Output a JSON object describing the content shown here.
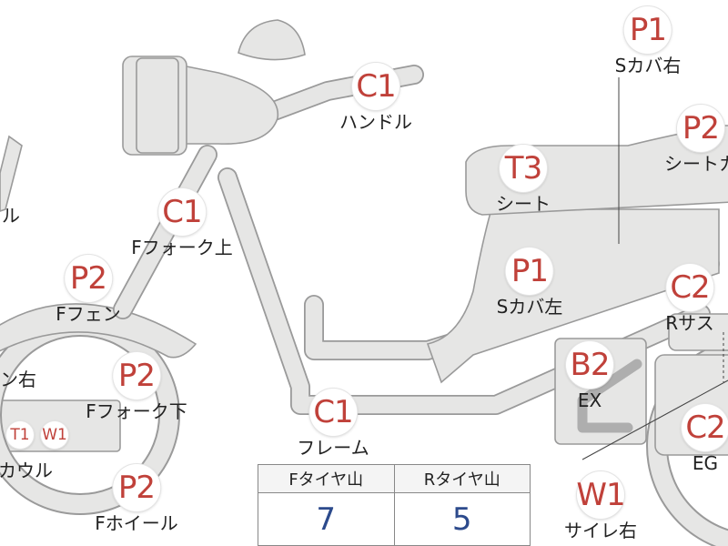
{
  "callouts": [
    {
      "id": "headlight_handle",
      "code": "C1",
      "label": "ハンドル"
    },
    {
      "id": "fork_upper",
      "code": "C1",
      "label": "Fフォーク上"
    },
    {
      "id": "front_fender",
      "code": "P2",
      "label": "Fフェン"
    },
    {
      "id": "fork_lower",
      "code": "P2",
      "label": "Fフォーク下"
    },
    {
      "id": "front_wheel",
      "code": "P2",
      "label": "Fホイール"
    },
    {
      "id": "frame",
      "code": "C1",
      "label": "フレーム"
    },
    {
      "id": "seat",
      "code": "T3",
      "label": "シート"
    },
    {
      "id": "side_cover_left",
      "code": "P1",
      "label": "Sカバ左"
    },
    {
      "id": "side_cover_right",
      "code": "P1",
      "label": "Sカバ右"
    },
    {
      "id": "seat_cover",
      "code": "P2",
      "label": "シートカ"
    },
    {
      "id": "rear_suspension",
      "code": "C2",
      "label": "Rサス"
    },
    {
      "id": "exhaust",
      "code": "B2",
      "label": "EX"
    },
    {
      "id": "engine",
      "code": "C2",
      "label": "EG"
    },
    {
      "id": "silencer_right",
      "code": "W1",
      "label": "サイレ右"
    }
  ],
  "small_badges": [
    {
      "id": "cowl_t1",
      "code": "T1"
    },
    {
      "id": "cowl_w1",
      "code": "W1"
    }
  ],
  "partial_labels": {
    "left_top": "ル",
    "left_mid": "ン右",
    "left_bottom": "カウル"
  },
  "tread_table": {
    "headers": [
      "Fタイヤ山",
      "Rタイヤ山"
    ],
    "values": [
      "7",
      "5"
    ]
  }
}
